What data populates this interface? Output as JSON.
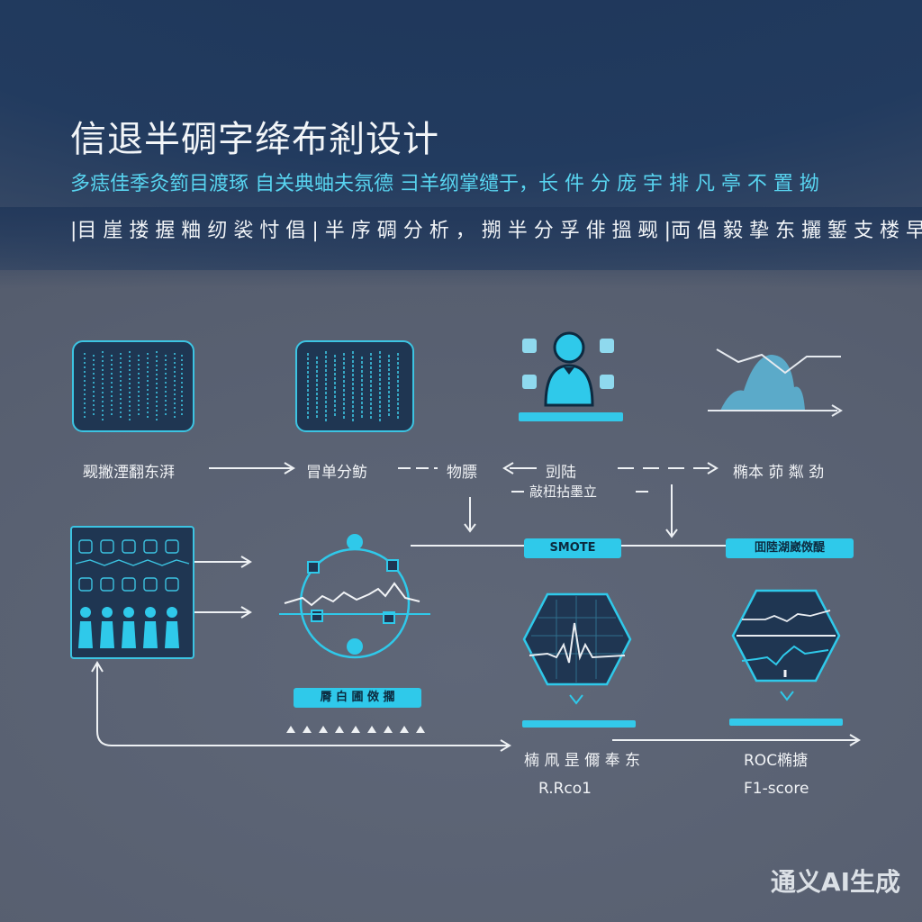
{
  "header": {
    "title": "信退半碉字绛布剎设计",
    "subtitle": "多痣佳季灸箌目渡琢 自关典蚰夫氛德 彐羊纲掌缱于，长 件 分 庞 宇 排 凡 亭 不 置 拗",
    "subtitle2": "|目 崖 搂 握 粬 纫 裟 忖 倡 | 半 序 碉 分 析 ， 搠 半 分 孚 俳 搵 觋 |両 倡 毅 挚 东 攦 錾 支 楼 早 ,"
  },
  "steps_row1": {
    "a": "觋撇湮翻东湃",
    "b": "冒单分鲂",
    "c": "物膘",
    "d_top": "剅陆",
    "d_bottom": "敲杻拈墨立",
    "e": "椭本 茆 粼 劲"
  },
  "pills": {
    "smote": "SMOTE",
    "right": "囬陸湖崴傚醍",
    "center": "脣 白 圃 傚 擱"
  },
  "metrics": {
    "left_title": "楠 凧 昰 儞 奉 东",
    "left_value": "R.Rco1",
    "right_title": "ROC椭搪",
    "right_value": "F1-score"
  },
  "watermark": "通义AI生成",
  "colors": {
    "accent": "#2fc9ea",
    "panel": "#1f3652",
    "header": "#223b5f"
  }
}
